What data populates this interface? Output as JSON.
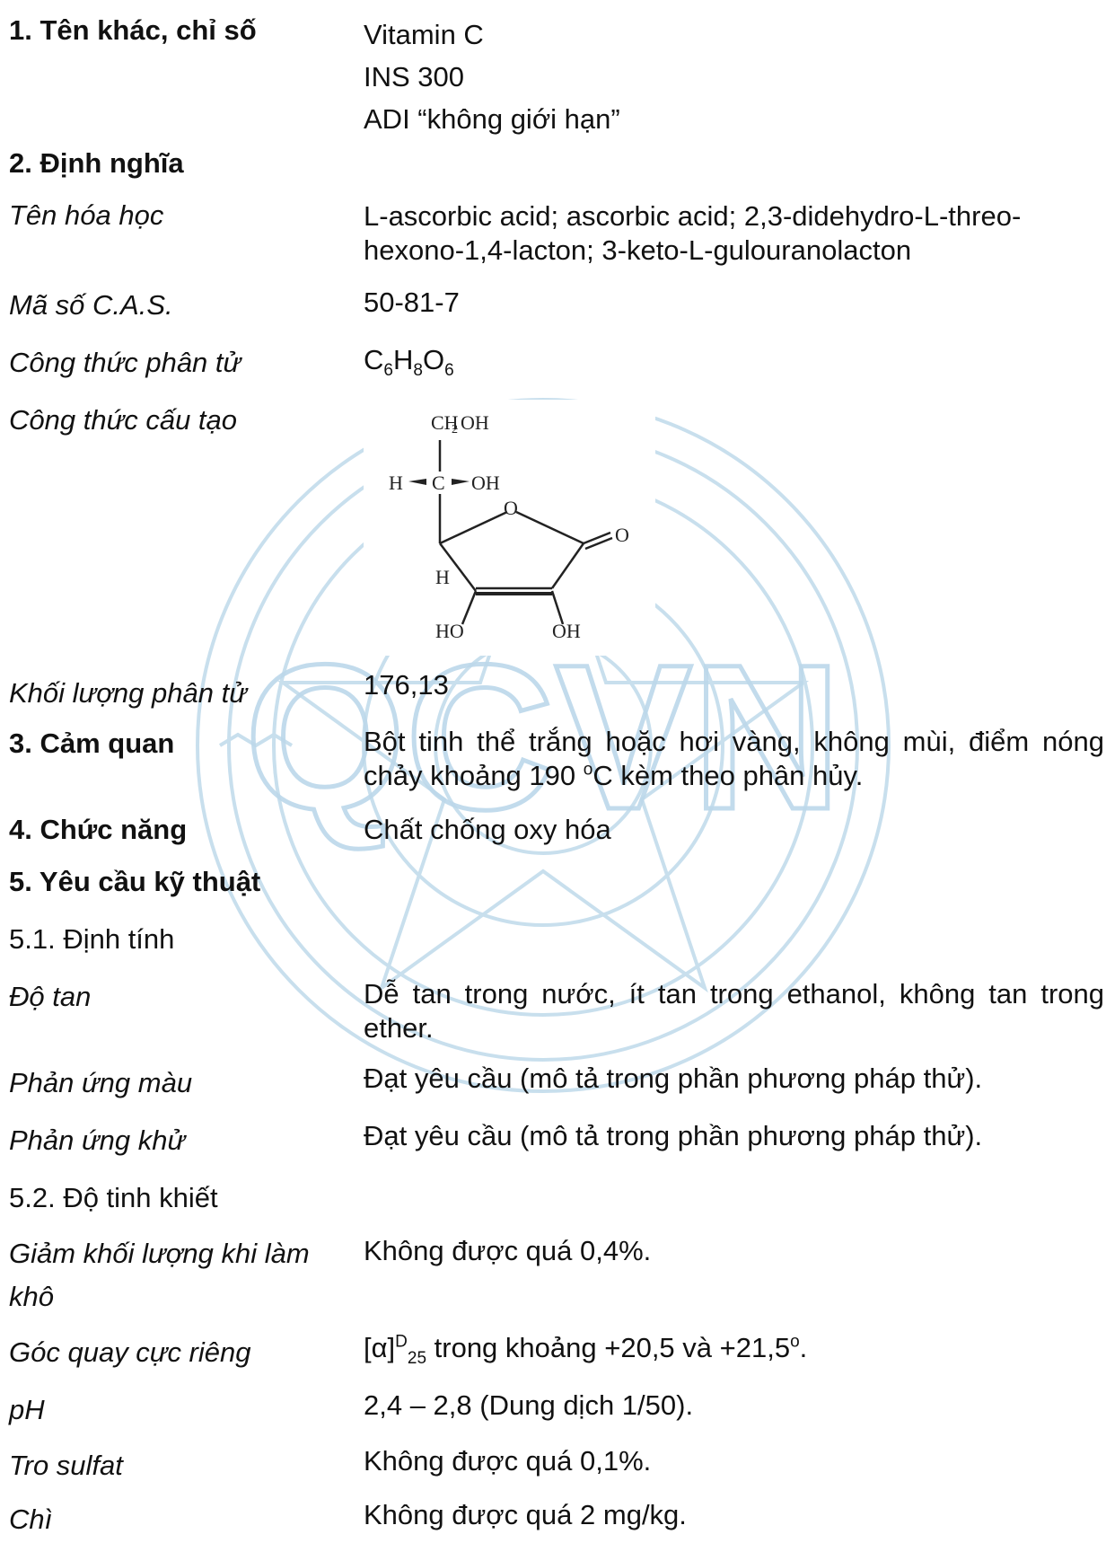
{
  "sections": {
    "s1": {
      "label": "1. Tên khác, chỉ số",
      "values": [
        "Vitamin C",
        "INS 300",
        "ADI “không giới hạn”"
      ]
    },
    "s2": {
      "label": "2. Định nghĩa"
    },
    "chem_name": {
      "label": "Tên hóa học",
      "value": "L-ascorbic acid; ascorbic acid; 2,3-didehydro-L-threo-hexono-1,4-lacton; 3-keto-L-gulouranolacton"
    },
    "cas": {
      "label": "Mã số C.A.S.",
      "value": "50-81-7"
    },
    "formula": {
      "label": "Công thức phân tử",
      "parts": [
        "C",
        "6",
        "H",
        "8",
        "O",
        "6"
      ]
    },
    "structure": {
      "label": "Công thức cấu tạo",
      "atoms": [
        "CH",
        "2",
        "OH",
        "H",
        "C",
        "OH",
        "O",
        "O",
        "H",
        "HO",
        "OH"
      ]
    },
    "mw": {
      "label": "Khối lượng phân tử",
      "value": "176,13"
    },
    "s3": {
      "label": "3. Cảm quan",
      "value_a": "Bột tinh thể trắng hoặc hơi vàng, không mùi, điểm nóng chảy khoảng 190 ",
      "value_sup": "o",
      "value_b": "C kèm theo phân hủy."
    },
    "s4": {
      "label": "4. Chức năng",
      "value": "Chất chống oxy hóa"
    },
    "s5": {
      "label": "5. Yêu cầu kỹ thuật"
    },
    "s51": {
      "label": "5.1. Định tính"
    },
    "solubility": {
      "label": "Độ tan",
      "value": "Dễ tan trong nước, ít tan trong ethanol, không tan trong ether."
    },
    "color_reaction": {
      "label": "Phản ứng màu",
      "value": "Đạt yêu cầu (mô tả trong phần phương pháp thử)."
    },
    "reduction": {
      "label": "Phản ứng khử",
      "value": "Đạt yêu cầu (mô tả trong phần phương pháp thử)."
    },
    "s52": {
      "label": "5.2. Độ tinh khiết"
    },
    "drying_loss": {
      "label": "Giảm khối lượng khi làm khô",
      "value": "Không được quá 0,4%."
    },
    "rotation": {
      "label": "Góc quay cực riêng",
      "symbol": "[α]",
      "sup": "D",
      "sub": "25",
      "rest_a": " trong khoảng +20,5 và +21,5",
      "rest_sup": "o",
      "rest_b": "."
    },
    "ph": {
      "label": "pH",
      "value": "2,4 – 2,8 (Dung dịch 1/50)."
    },
    "sulfate_ash": {
      "label": "Tro sulfat",
      "value": "Không được quá 0,1%."
    },
    "lead": {
      "label": "Chì",
      "value": "Không được quá 2 mg/kg."
    }
  },
  "watermark": {
    "text": "QCVN",
    "color": "#b9d7ea"
  }
}
